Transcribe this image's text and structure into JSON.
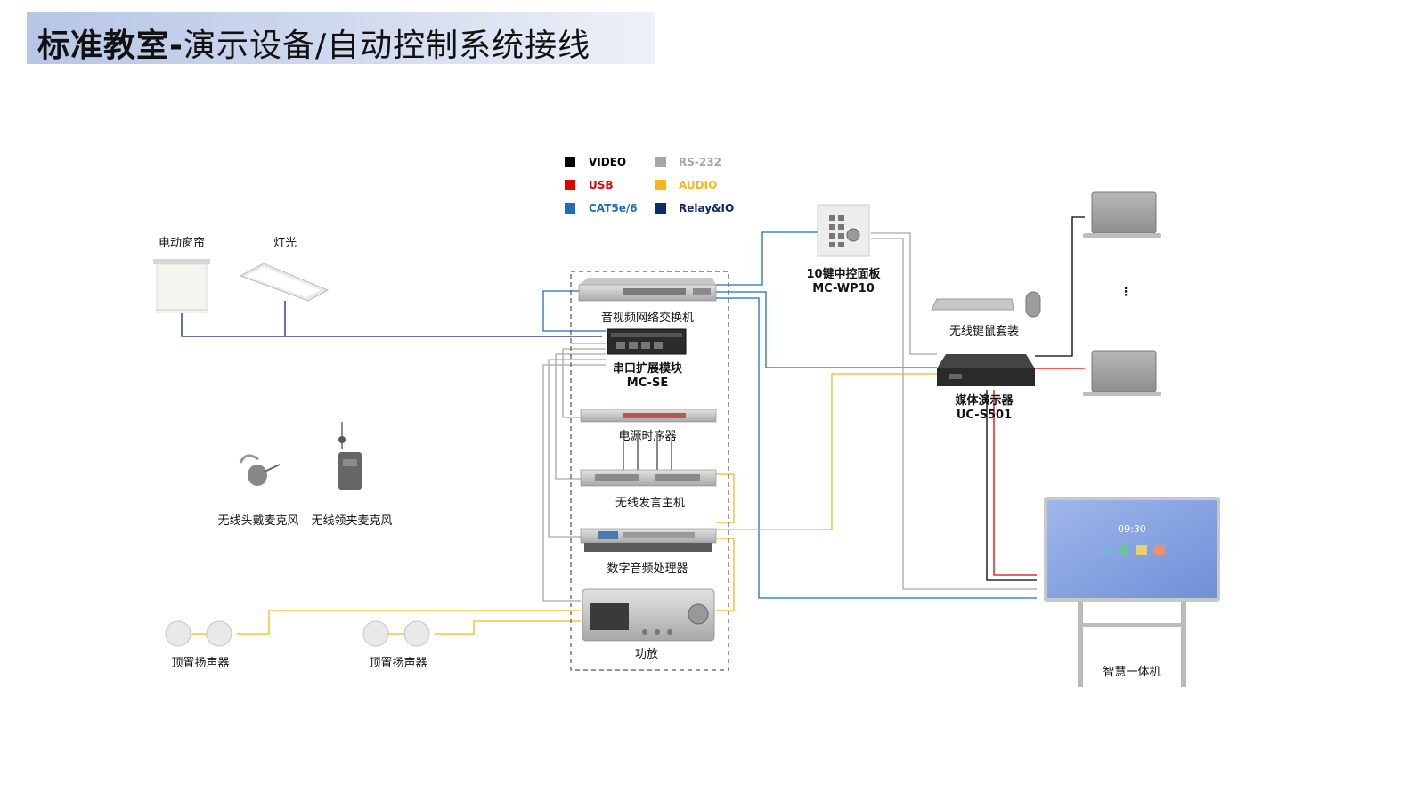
{
  "title": {
    "main": "标准教室",
    "sub": "演示设备/自动控制系统接线",
    "separator": "-"
  },
  "legend": [
    {
      "label": "VIDEO",
      "color": "#000000"
    },
    {
      "label": "RS-232",
      "color": "#a6a6a6"
    },
    {
      "label": "USB",
      "color": "#e00000"
    },
    {
      "label": "AUDIO",
      "color": "#f2b81c"
    },
    {
      "label": "CAT5e/6",
      "color": "#1f6fb8"
    },
    {
      "label": "Relay&IO",
      "color": "#0d2a6b"
    }
  ],
  "devices": {
    "curtain": "电动窗帘",
    "light": "灯光",
    "switch": "音视频网络交换机",
    "serial_module": {
      "name": "串口扩展模块",
      "model": "MC-SE"
    },
    "power_sequencer": "电源时序器",
    "wireless_host": "无线发言主机",
    "dsp": "数字音频处理器",
    "amplifier": "功放",
    "panel": {
      "name": "10键中控面板",
      "model": "MC-WP10"
    },
    "keyboard": "无线键鼠套装",
    "presenter": {
      "name": "媒体演示器",
      "model": "UC-S501"
    },
    "display": "智慧一体机",
    "display_time": "09:30",
    "headset_mic": "无线头戴麦克风",
    "lapel_mic": "无线领夹麦克风",
    "speaker_1": "顶置扬声器",
    "speaker_2": "顶置扬声器",
    "laptop_ellipsis": "⋮"
  }
}
